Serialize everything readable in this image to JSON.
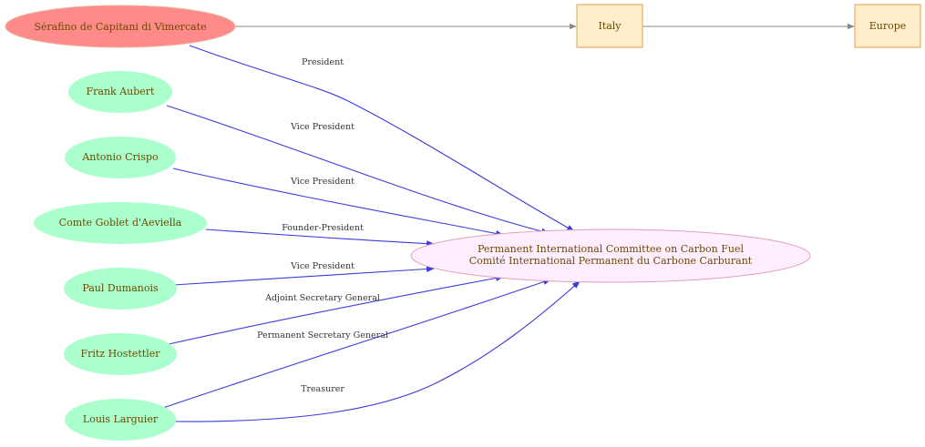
{
  "colors": {
    "root_fill": "#ff8a8a",
    "root_stroke": "#e6b8a0",
    "person_fill": "#aaffcc",
    "place_fill": "#ffedcc",
    "place_stroke": "#e0a050",
    "org_fill": "#ffeeff",
    "org_stroke": "#e0a0b8",
    "edge_blue": "#3b3bdd",
    "edge_gray": "#888888"
  },
  "nodes": {
    "capitani": "Sérafino de Capitani di Vimercate",
    "aubert": "Frank Aubert",
    "crispo": "Antonio Crispo",
    "goblet": "Comte  Goblet d'Aeviella",
    "dumanois": "Paul Dumanois",
    "hostettler": "Fritz Hostettler",
    "larguier": "Louis Larguier",
    "italy": "Italy",
    "europe": "Europe",
    "org_line1": "Permanent International Committee on Carbon Fuel",
    "org_line2": "Comité International Permanent du Carbone Carburant"
  },
  "edges": {
    "capitani": "President",
    "aubert": "Vice President",
    "crispo": "Vice President",
    "goblet": "Founder-President",
    "dumanois": "Vice President",
    "hostettler": "Adjoint Secretary General",
    "larguier_psg": "Permanent Secretary General",
    "larguier_tr": "Treasurer"
  }
}
